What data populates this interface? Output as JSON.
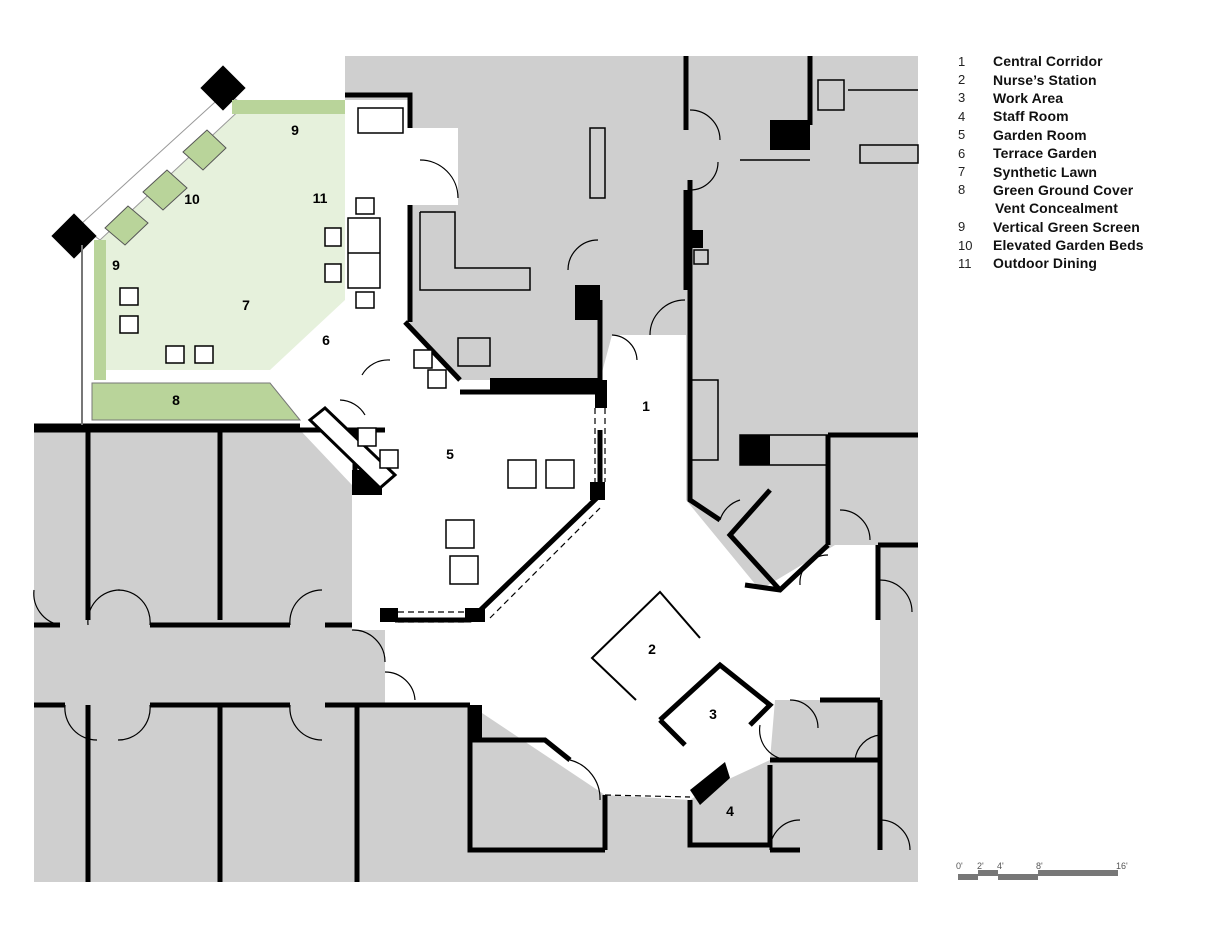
{
  "legend": [
    {
      "num": "1",
      "label": "Central Corridor"
    },
    {
      "num": "2",
      "label": "Nurse’s Station"
    },
    {
      "num": "3",
      "label": "Work Area"
    },
    {
      "num": "4",
      "label": "Staff Room"
    },
    {
      "num": "5",
      "label": "Garden Room"
    },
    {
      "num": "6",
      "label": "Terrace Garden"
    },
    {
      "num": "7",
      "label": "Synthetic Lawn"
    },
    {
      "num": "8",
      "label": "Green Ground Cover"
    },
    {
      "num": "",
      "label": "Vent Concealment"
    },
    {
      "num": "9",
      "label": "Vertical Green Screen"
    },
    {
      "num": "10",
      "label": "Elevated Garden Beds"
    },
    {
      "num": "11",
      "label": "Outdoor Dining"
    }
  ],
  "plan_labels": {
    "central_corridor": "1",
    "nurses_station": "2",
    "work_area": "3",
    "staff_room": "4",
    "garden_room": "5",
    "terrace_garden": "6",
    "synthetic_lawn": "7",
    "ground_cover": "8",
    "green_screen_top": "9",
    "green_screen_left": "9",
    "garden_beds": "10",
    "outdoor_dining": "11"
  },
  "scale_bar": {
    "labels": [
      "0'",
      "2'",
      "4'",
      "8'",
      "16'"
    ]
  },
  "colors": {
    "room": "#cfcfcf",
    "open": "#ffffff",
    "lawn": "#e6f1dc",
    "planting": "#b9d49a",
    "wall": "#000000"
  }
}
